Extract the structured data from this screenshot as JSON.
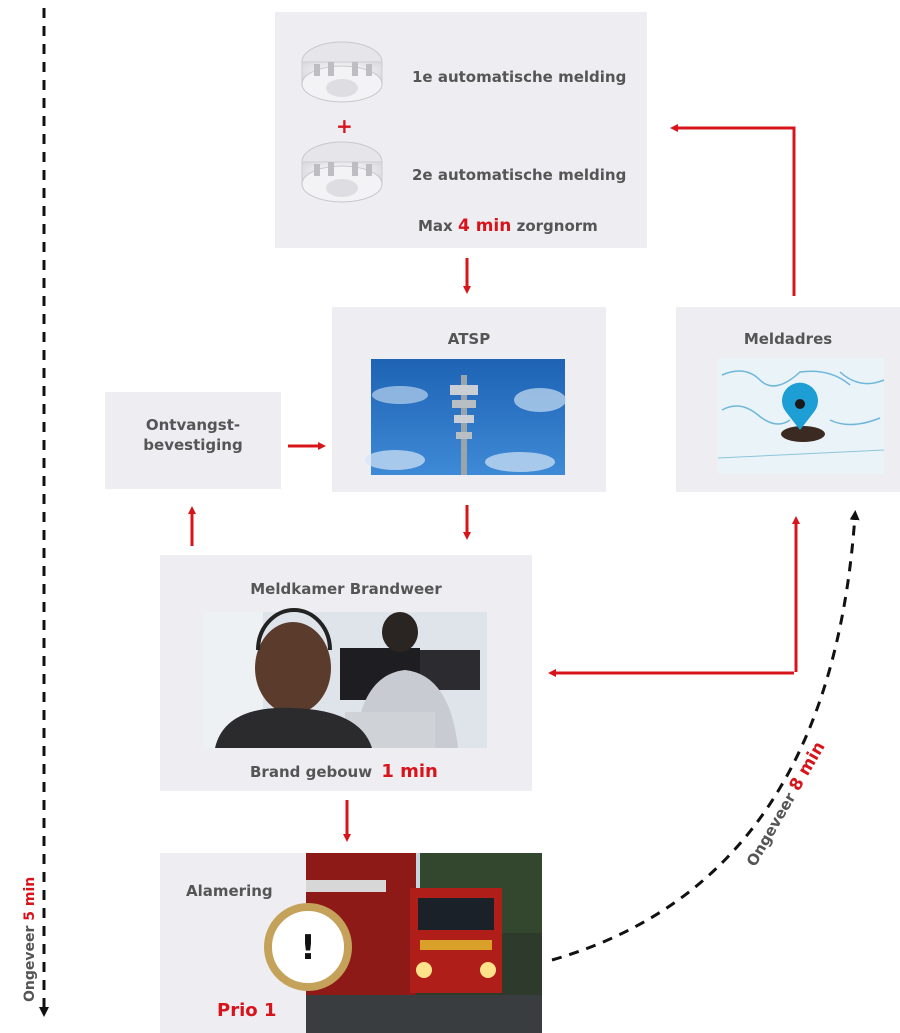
{
  "melding": {
    "first_label": "1e automatische melding",
    "plus": "+",
    "second_label": "2e automatische melding",
    "norm_prefix": "Max",
    "norm_value": "4 min",
    "norm_suffix": "zorgnorm",
    "detector_icon": "smoke-detector-icon"
  },
  "atsp": {
    "title": "ATSP",
    "image": "cell-tower-photo"
  },
  "meldadres": {
    "title": "Meldadres",
    "image": "map-pin-photo"
  },
  "ontvangst": {
    "line1": "Ontvangst-",
    "line2": "bevestiging"
  },
  "meldkamer": {
    "title": "Meldkamer Brandweer",
    "image": "dispatcher-photo",
    "caption_prefix": "Brand gebouw",
    "caption_value": "1 min"
  },
  "alamering": {
    "title": "Alamering",
    "prio": "Prio 1",
    "alert_symbol": "!",
    "image": "fire-truck-photo"
  },
  "timeline_left": {
    "prefix": "Ongeveer",
    "value": "5 min"
  },
  "timeline_right": {
    "prefix": "Ongeveer",
    "value": "8 min"
  },
  "colors": {
    "accent": "#d8141b",
    "box": "#eeeef2",
    "ring": "#c4a25a",
    "text": "#555555"
  }
}
